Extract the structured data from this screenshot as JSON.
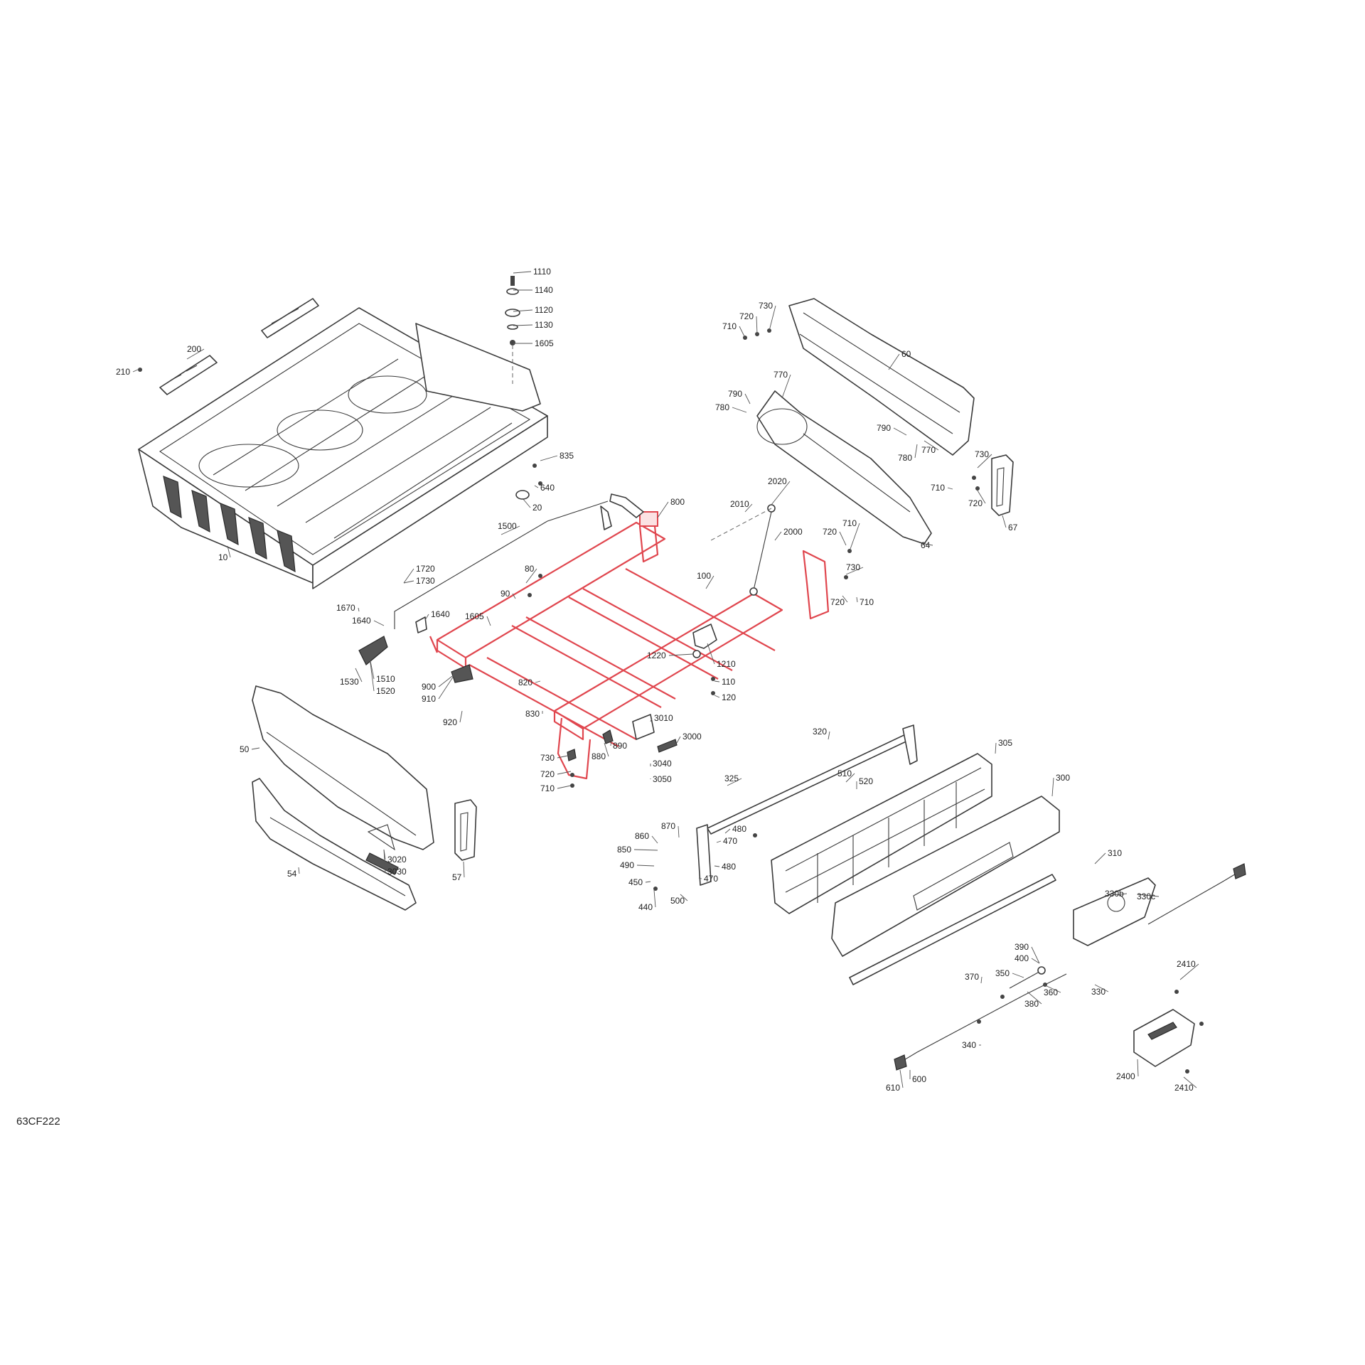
{
  "drawing_code": "63CF222",
  "labels": [
    "1110",
    "1140",
    "1120",
    "1130",
    "1605",
    "200",
    "210",
    "835",
    "640",
    "20",
    "10",
    "1500",
    "800",
    "2010",
    "2020",
    "2000",
    "80",
    "90",
    "100",
    "1720",
    "1730",
    "1670",
    "1640",
    "1640",
    "1605",
    "1530",
    "1510",
    "1520",
    "900",
    "910",
    "920",
    "820",
    "830",
    "1220",
    "1210",
    "110",
    "120",
    "730",
    "720",
    "710",
    "60",
    "770",
    "790",
    "780",
    "790",
    "780",
    "770",
    "730",
    "710",
    "720",
    "67",
    "64",
    "720",
    "710",
    "730",
    "720",
    "710",
    "3010",
    "3000",
    "3040",
    "3050",
    "880",
    "890",
    "730",
    "720",
    "710",
    "50",
    "54",
    "57",
    "3020",
    "3030",
    "320",
    "305",
    "300",
    "325",
    "510",
    "520",
    "480",
    "470",
    "480",
    "470",
    "870",
    "860",
    "850",
    "490",
    "450",
    "440",
    "500",
    "310",
    "330b",
    "330c",
    "390",
    "400",
    "370",
    "350",
    "360",
    "380",
    "330",
    "2410",
    "340",
    "600",
    "610",
    "2400",
    "2410"
  ],
  "legend": {
    "frame_color": "#e0464e",
    "line_color": "#3a3a3a"
  }
}
